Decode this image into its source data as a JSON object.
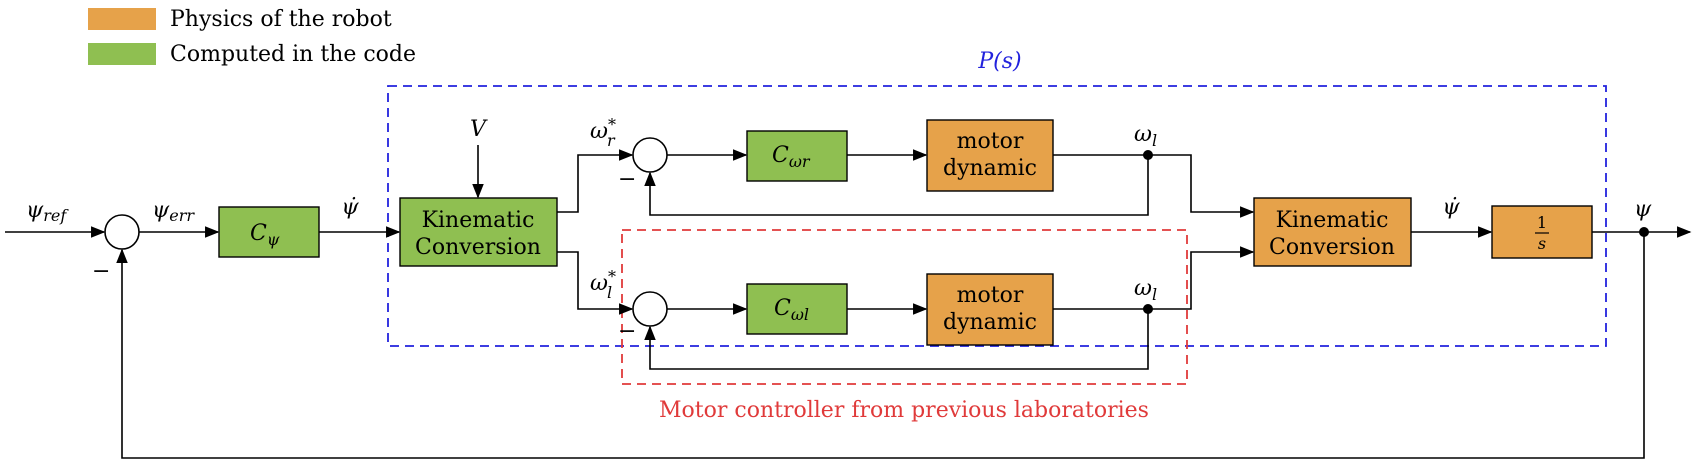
{
  "legend": [
    {
      "label": "Physics of the robot",
      "color": "#e6a24a"
    },
    {
      "label": "Computed in the code",
      "color": "#8fbf51"
    }
  ],
  "colors": {
    "physics": "#e6a24a",
    "code": "#8fbf51",
    "plant_box": "#2222dd",
    "motor_box": "#e03a3a"
  },
  "plant_label": "P(s)",
  "motor_box_label": "Motor controller from previous laboratories",
  "blocks": {
    "c_psi": "C",
    "c_psi_sub": "ψ",
    "kin1": [
      "Kinematic",
      "Conversion"
    ],
    "c_wr": "C",
    "c_wr_sub": "ωr",
    "c_wl": "C",
    "c_wl_sub": "ωl",
    "motor_r": [
      "motor",
      "dynamic"
    ],
    "motor_l": [
      "motor",
      "dynamic"
    ],
    "kin2": [
      "Kinematic",
      "Conversion"
    ],
    "integrator_num": "1",
    "integrator_den": "s"
  },
  "signals": {
    "psi_ref": "ψref",
    "psi_err": "ψerr",
    "psi_dot": "ψ̇",
    "v": "V",
    "omega_r_star": "ωr*",
    "omega_l_star": "ωl*",
    "omega_l_top": "ωl",
    "omega_l_bottom": "ωl",
    "psi_dot_2": "ψ̇",
    "psi": "ψ",
    "minus": "−"
  }
}
